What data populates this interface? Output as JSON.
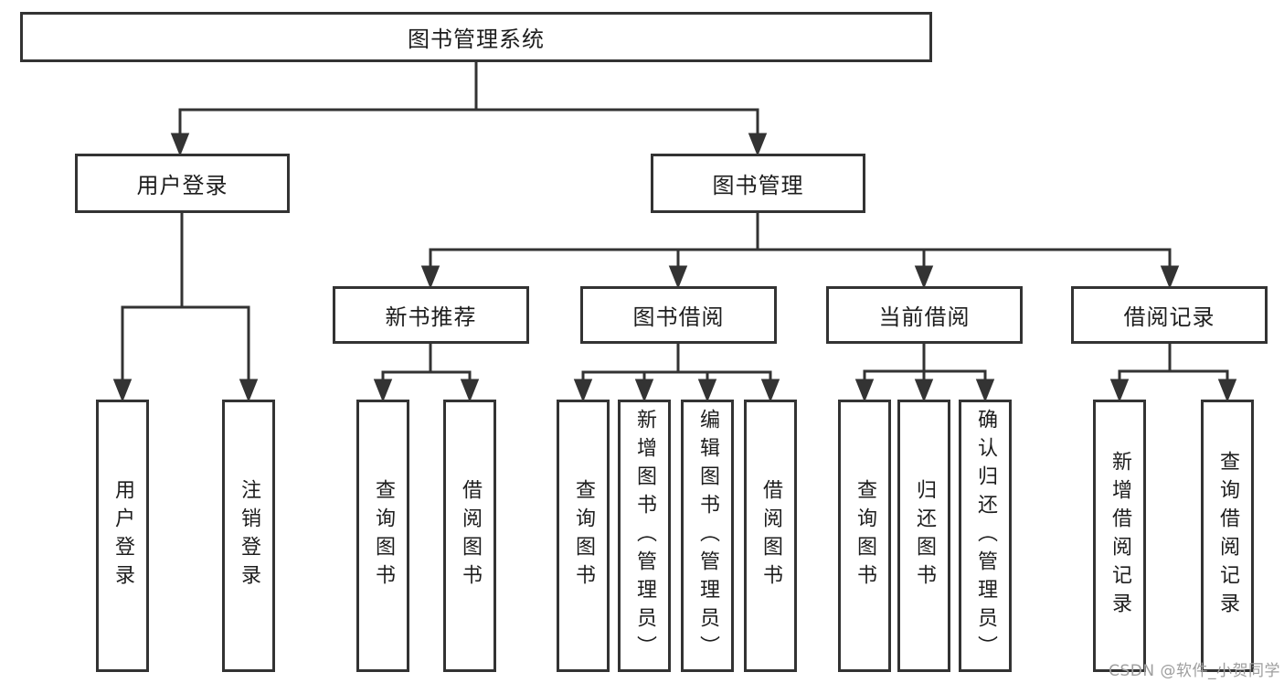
{
  "colors": {
    "line": "#333333",
    "text": "#1d1d1d",
    "watermark": "#9e9e9e",
    "background": "#ffffff"
  },
  "root": {
    "label": "图书管理系统"
  },
  "branches": {
    "user_login": {
      "label": "用户登录",
      "leaves": [
        "用户登录",
        "注销登录"
      ]
    },
    "book_management": {
      "label": "图书管理",
      "sections": [
        {
          "label": "新书推荐",
          "leaves": [
            "查询图书",
            "借阅图书"
          ]
        },
        {
          "label": "图书借阅",
          "leaves": [
            "查询图书",
            "新增图书（管理员）",
            "编辑图书（管理员）",
            "借阅图书"
          ]
        },
        {
          "label": "当前借阅",
          "leaves": [
            "查询图书",
            "归还图书",
            "确认归还（管理员）"
          ]
        },
        {
          "label": "借阅记录",
          "leaves": [
            "新增借阅记录",
            "查询借阅记录"
          ]
        }
      ]
    }
  },
  "watermark": "CSDN @软件_小贺同学"
}
